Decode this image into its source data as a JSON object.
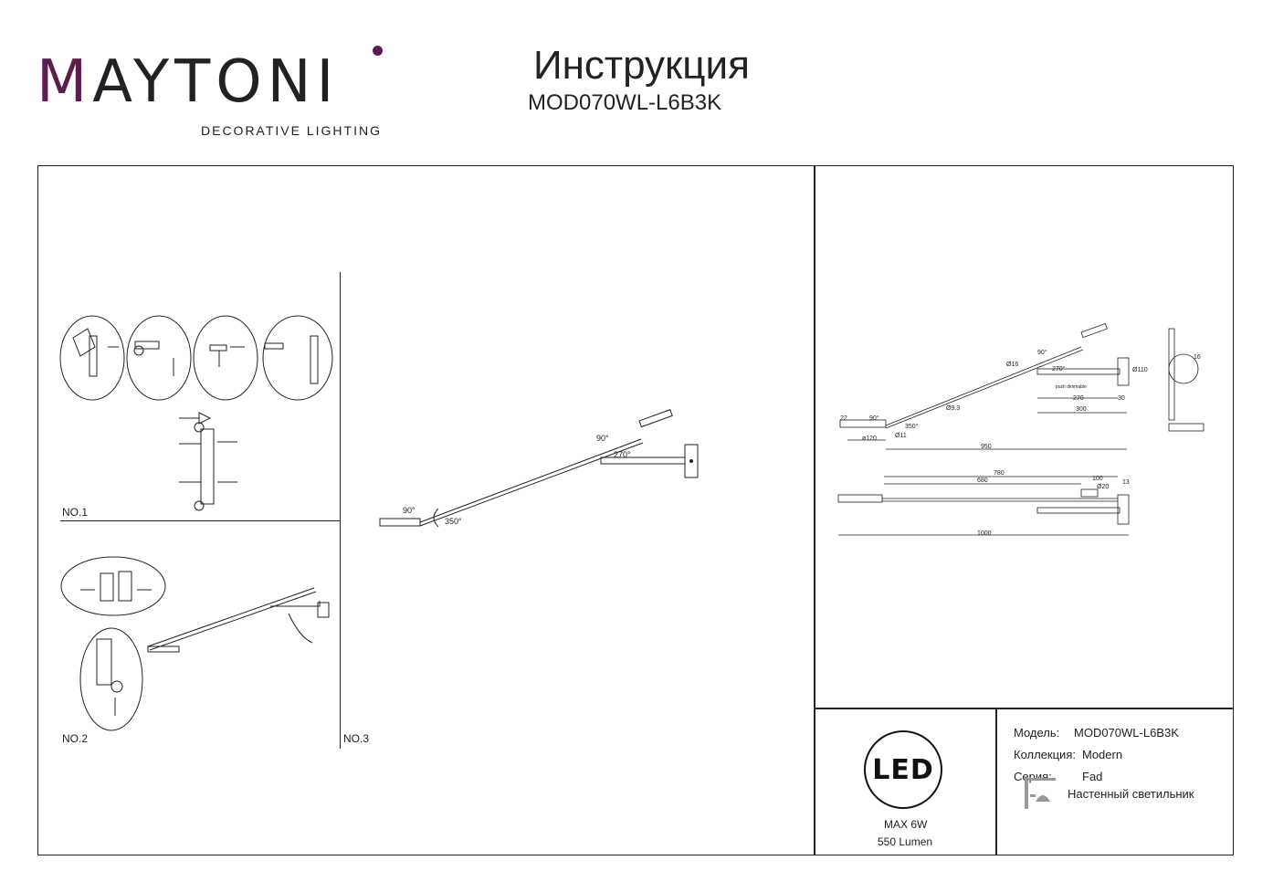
{
  "brand": {
    "name_rest": "AYTONI",
    "name_m": "M",
    "tagline": "DECORATIVE LIGHTING",
    "accent_color": "#5b1d4d"
  },
  "document": {
    "title": "Инструкция",
    "model": "MOD070WL-L6B3K"
  },
  "steps": [
    {
      "label": "NO.1"
    },
    {
      "label": "NO.2"
    },
    {
      "label": "NO.3"
    }
  ],
  "angles": {
    "a90": "90°",
    "a270": "270°",
    "a350": "350°"
  },
  "dimensions": {
    "d16": "Ø16",
    "push_dimmable": "push dimmable",
    "d110": "Ø110",
    "d270": "270",
    "d30": "30",
    "d300": "300",
    "d9_3": "Ø9.3",
    "d22": "22",
    "d120": "ø120",
    "d11": "Ø11",
    "d950": "950",
    "d16b": "16",
    "d780": "780",
    "d680": "680",
    "d100": "100",
    "d13": "13",
    "d20": "Ø20",
    "d1000": "1000"
  },
  "led": {
    "badge": "LED",
    "power": "MAX 6W",
    "lumen": "550 Lumen"
  },
  "specs": {
    "model_label": "Модель:",
    "model_value": "MOD070WL-L6B3K",
    "collection_label": "Коллекция:",
    "collection_value": "Modern",
    "series_label": "Серия:",
    "series_value": "Fad",
    "type_value": "Настенный светильник"
  }
}
